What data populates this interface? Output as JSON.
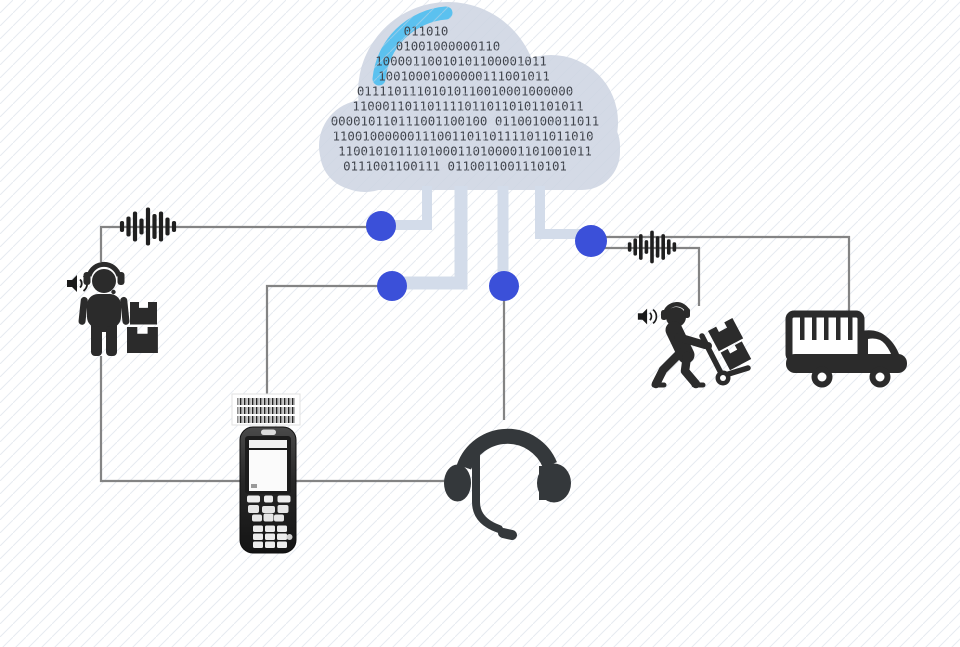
{
  "diagram": {
    "description": "Cloud voice-directed warehouse workflow diagram",
    "cloud": {
      "binary_lines": [
        "011010",
        "01001000000110",
        "10000110010101100001011",
        "10010001000000111001011",
        "01111011101010110010001000000",
        "1100011011011110110110101101011",
        "000010110111001100100 01100100011011",
        "11001000000111001101101111011011010",
        "1100101011101000110100001101001011",
        "0111001100111 0110011001110101"
      ]
    },
    "colors": {
      "cloud_fill": "#d4dae6",
      "stub_fill": "#d3dcea",
      "binary_text": "#40444c",
      "sync_arc": "#5bc1ef",
      "node_dot": "#3b50d9",
      "connection_line": "#848484",
      "icon_dark": "#2b2b2b",
      "headset_gray": "#34383b"
    },
    "icons": [
      {
        "name": "cloud-data",
        "shape": "cloud-with-binary"
      },
      {
        "name": "sync-arc-icon",
        "shape": "blue-arc"
      },
      {
        "name": "connector-node",
        "shape": "blue-filled-circle",
        "count": 4
      },
      {
        "name": "audio-waveform-icon",
        "shape": "vertical-bars-waveform",
        "count": 2
      },
      {
        "name": "speaker-icon",
        "shape": "volume-speaker-with-waves",
        "count": 2
      },
      {
        "name": "picker-worker-icon",
        "shape": "person-with-headset"
      },
      {
        "name": "stacked-crates-icon",
        "shape": "two-notched-crates"
      },
      {
        "name": "barcode-label",
        "shape": "barcode-stripes"
      },
      {
        "name": "handheld-scanner-icon",
        "shape": "mobile-computer-with-keypad"
      },
      {
        "name": "headset-icon",
        "shape": "headset-with-microphone"
      },
      {
        "name": "loader-worker-icon",
        "shape": "person-pushing-hand-truck"
      },
      {
        "name": "delivery-truck-icon",
        "shape": "box-truck"
      }
    ]
  }
}
